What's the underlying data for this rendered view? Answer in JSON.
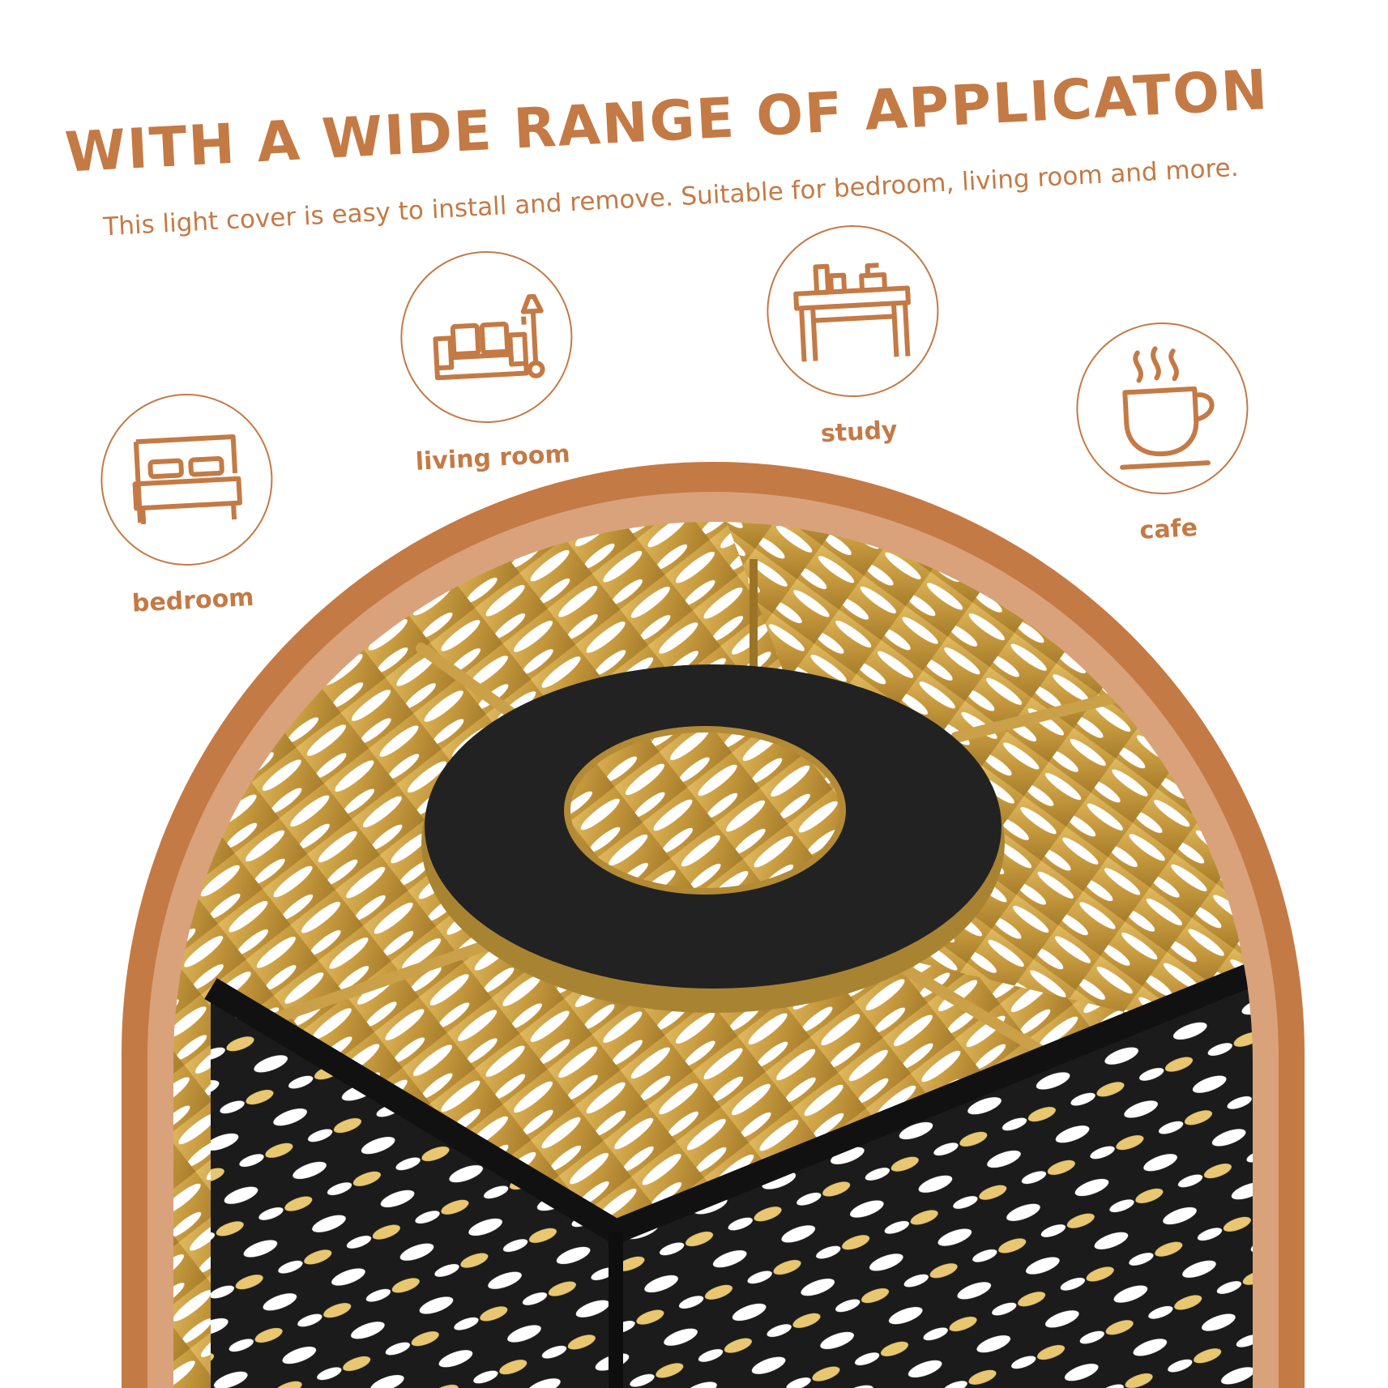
{
  "header": {
    "title": "WITH A WIDE RANGE OF APPLICATON",
    "subtitle": "This light cover is easy to install and remove. Suitable for bedroom, living room and more."
  },
  "applications": [
    {
      "label": "bedroom",
      "icon": "bed-icon"
    },
    {
      "label": "living room",
      "icon": "sofa-lamp-icon"
    },
    {
      "label": "study",
      "icon": "desk-icon"
    },
    {
      "label": "cafe",
      "icon": "coffee-cup-icon"
    }
  ],
  "colors": {
    "accent": "#c47a45",
    "arch_inner": "#d9a27a",
    "metal_black": "#1b1b1b",
    "metal_gold": "#c9a24a"
  }
}
